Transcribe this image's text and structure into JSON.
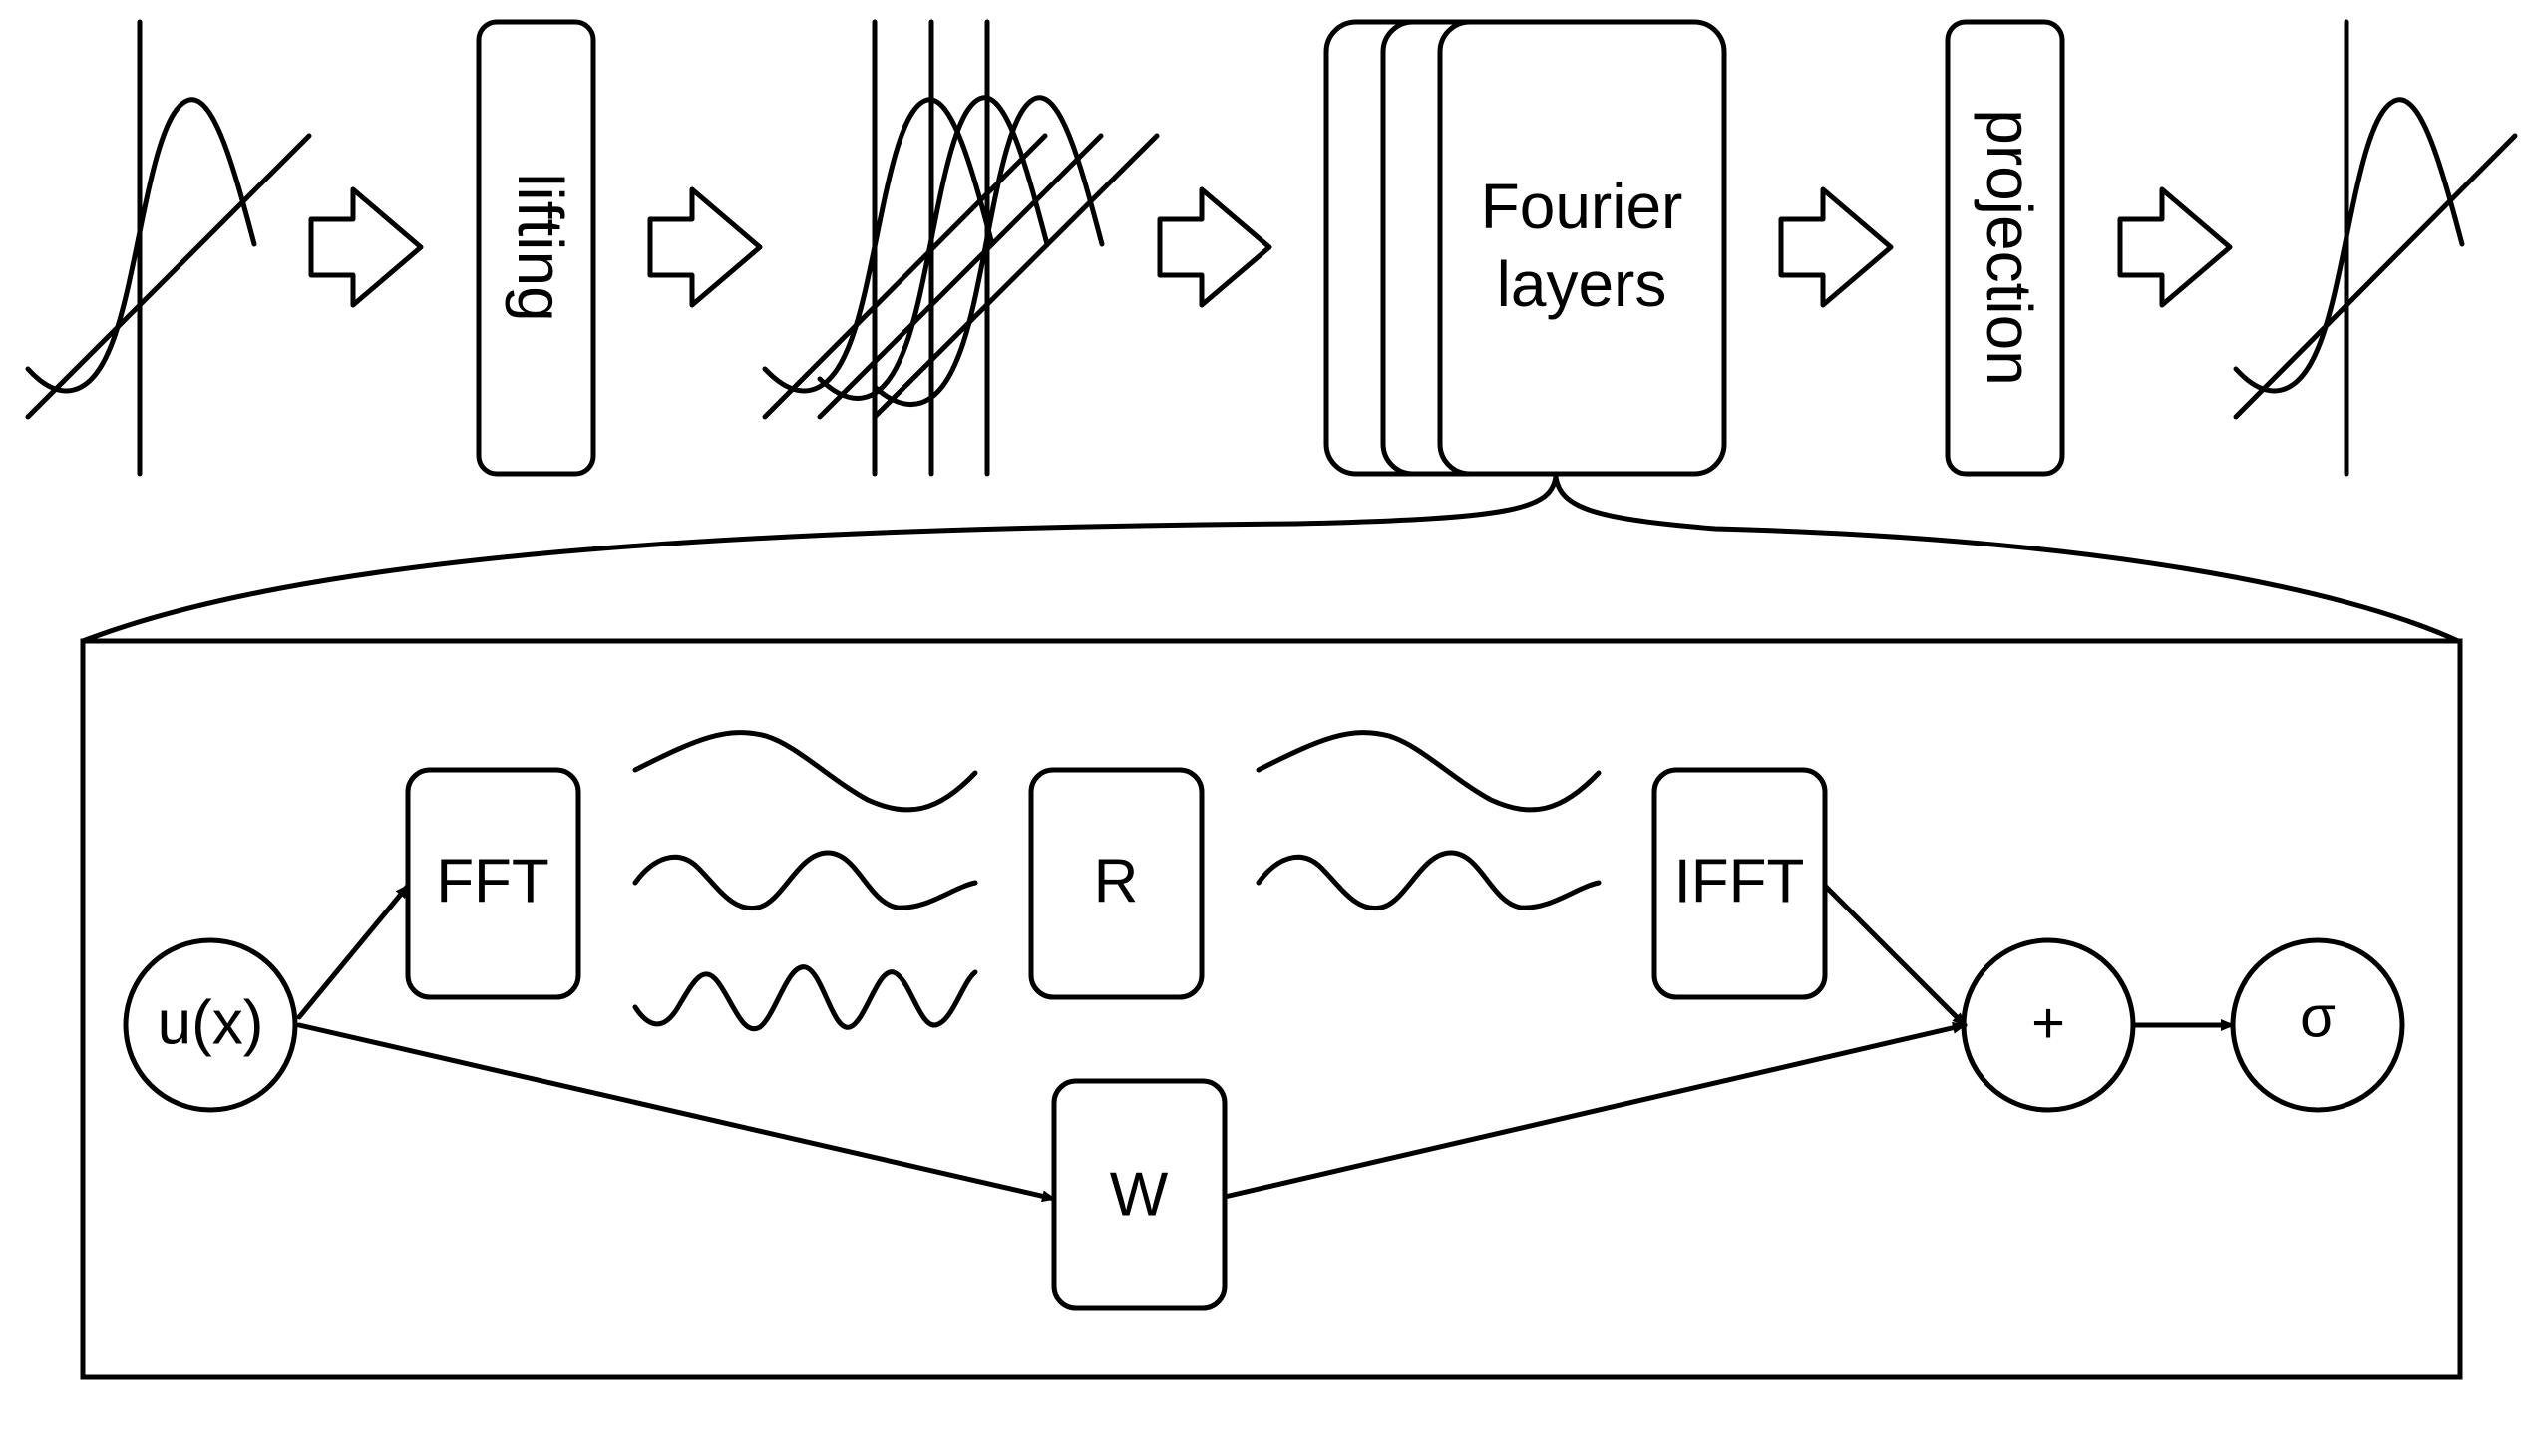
{
  "diagram": {
    "pipeline": {
      "lifting": "lifting",
      "fourier_line1": "Fourier",
      "fourier_line2": "layers",
      "projection": "projection"
    },
    "fourier_layer": {
      "input": "u(x)",
      "fft": "FFT",
      "r": "R",
      "ifft": "IFFT",
      "w": "W",
      "plus": "+",
      "sigma": "σ"
    }
  }
}
